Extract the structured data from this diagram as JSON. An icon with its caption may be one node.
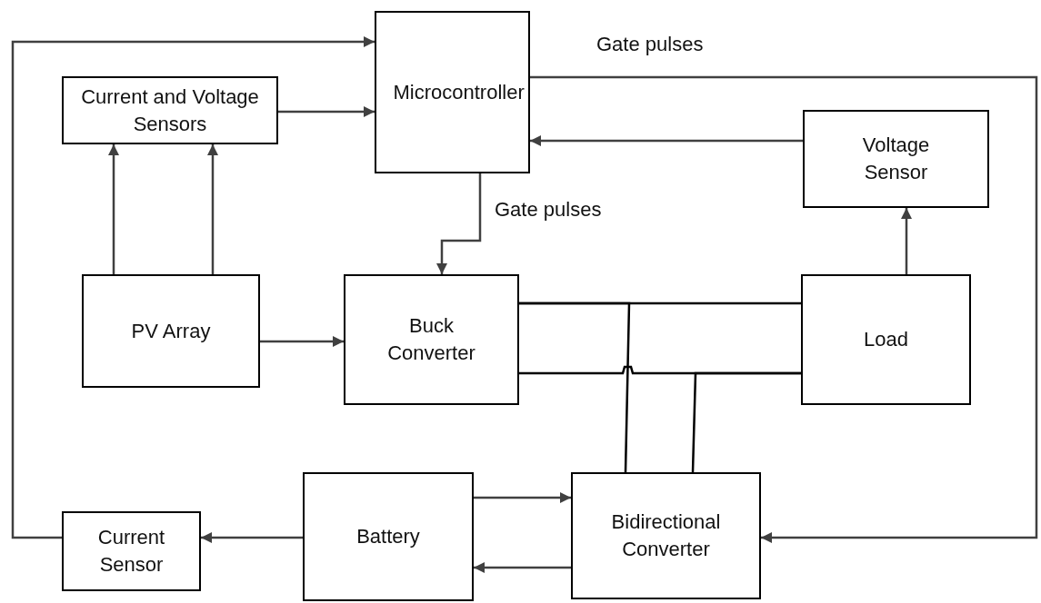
{
  "diagram": {
    "nodes": [
      {
        "text": [
          "Microcontroller"
        ]
      },
      {
        "text": [
          "Current and Voltage Sensors"
        ]
      },
      {
        "text": [
          "Voltage Sensor"
        ]
      },
      {
        "text": [
          "PV Array"
        ]
      },
      {
        "text": [
          "Buck Converter"
        ]
      },
      {
        "text": [
          "Load"
        ]
      },
      {
        "text": [
          "Current Sensor"
        ]
      },
      {
        "text": [
          "Battery"
        ]
      },
      {
        "text": [
          "Bidirectional Converter"
        ]
      }
    ],
    "edges": [
      {
        "from": 6,
        "to": 0,
        "arrow": "to"
      },
      {
        "from": 1,
        "to": 0,
        "arrow": "to"
      },
      {
        "from": 2,
        "to": 0,
        "arrow": "to"
      },
      {
        "from": 0,
        "to": 4,
        "arrow": "to",
        "label": "Gate pulses"
      },
      {
        "from": 0,
        "to": 8,
        "arrow": "to",
        "label": "Gate pulses"
      },
      {
        "from": 3,
        "to": 1,
        "arrow": "to"
      },
      {
        "from": 3,
        "to": 1,
        "arrow": "to"
      },
      {
        "from": 3,
        "to": 4,
        "arrow": "to"
      },
      {
        "from": 4,
        "to": 5,
        "arrow": "none"
      },
      {
        "from": 4,
        "to": 5,
        "arrow": "none"
      },
      {
        "from": 8,
        "to": 4,
        "arrow": "none"
      },
      {
        "from": 8,
        "to": 5,
        "arrow": "none"
      },
      {
        "from": 5,
        "to": 2,
        "arrow": "to"
      },
      {
        "from": 7,
        "to": 8,
        "arrow": "to"
      },
      {
        "from": 8,
        "to": 7,
        "arrow": "to"
      },
      {
        "from": 7,
        "to": 6,
        "arrow": "to"
      }
    ]
  }
}
